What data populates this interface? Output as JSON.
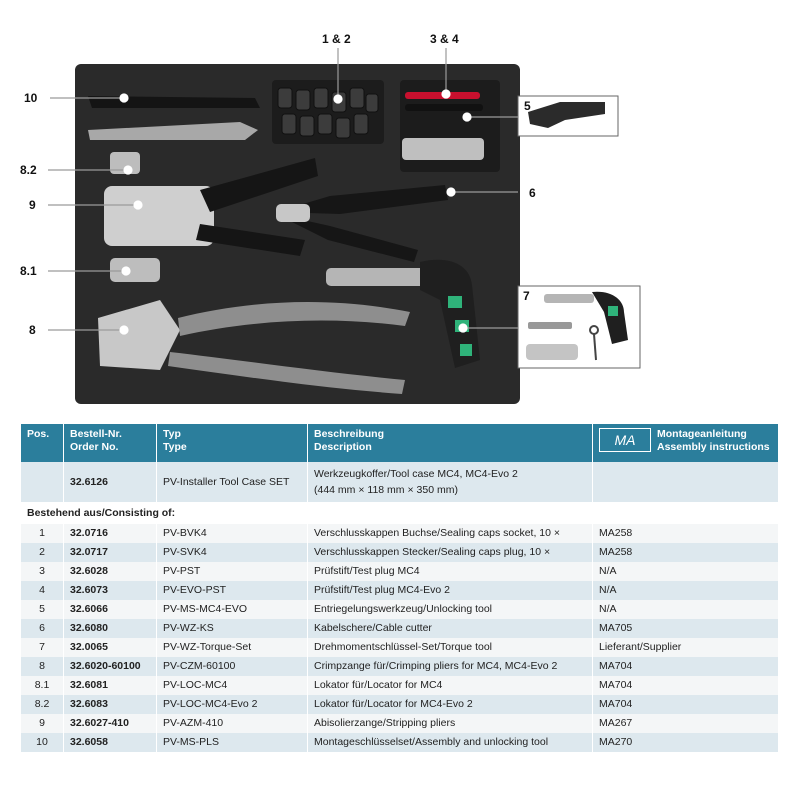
{
  "figure": {
    "callouts": {
      "c10": "10",
      "c1_2": "1 & 2",
      "c3_4": "3 & 4",
      "c5": "5",
      "c8_2": "8.2",
      "c9": "9",
      "c6": "6",
      "c8_1": "8.1",
      "c7": "7",
      "c8": "8"
    }
  },
  "table": {
    "headers": {
      "pos": "Pos.",
      "order_de": "Bestell-Nr.",
      "order_en": "Order No.",
      "type_de": "Typ",
      "type_en": "Type",
      "desc_de": "Beschreibung",
      "desc_en": "Description",
      "ma_icon": "MA",
      "manual_de": "Montageanleitung",
      "manual_en": "Assembly instructions"
    },
    "case_row": {
      "pos": "",
      "order": "32.6126",
      "type": "PV-Installer Tool Case SET",
      "desc_line1": "Werkzeugkoffer/Tool case MC4, MC4-Evo 2",
      "desc_line2": "(444 mm × 118 mm × 350 mm)",
      "manual": ""
    },
    "section_label": "Bestehend aus/Consisting of:",
    "rows": [
      {
        "pos": "1",
        "order": "32.0716",
        "type": "PV-BVK4",
        "desc": "Verschlusskappen Buchse/Sealing caps socket, 10 ×",
        "manual": "MA258"
      },
      {
        "pos": "2",
        "order": "32.0717",
        "type": "PV-SVK4",
        "desc": "Verschlusskappen Stecker/Sealing caps plug, 10 ×",
        "manual": "MA258"
      },
      {
        "pos": "3",
        "order": "32.6028",
        "type": "PV-PST",
        "desc": "Prüfstift/Test plug MC4",
        "manual": "N/A"
      },
      {
        "pos": "4",
        "order": "32.6073",
        "type": "PV-EVO-PST",
        "desc": "Prüfstift/Test plug MC4-Evo 2",
        "manual": "N/A"
      },
      {
        "pos": "5",
        "order": "32.6066",
        "type": "PV-MS-MC4-EVO",
        "desc": "Entriegelungswerkzeug/Unlocking tool",
        "manual": "N/A"
      },
      {
        "pos": "6",
        "order": "32.6080",
        "type": "PV-WZ-KS",
        "desc": "Kabelschere/Cable cutter",
        "manual": "MA705"
      },
      {
        "pos": "7",
        "order": "32.0065",
        "type": "PV-WZ-Torque-Set",
        "desc": "Drehmomentschlüssel-Set/Torque tool",
        "manual": "Lieferant/Supplier"
      },
      {
        "pos": "8",
        "order": "32.6020-60100",
        "type": "PV-CZM-60100",
        "desc": "Crimpzange für/Crimping pliers for MC4, MC4-Evo 2",
        "manual": "MA704"
      },
      {
        "pos": "8.1",
        "order": "32.6081",
        "type": "PV-LOC-MC4",
        "desc": "Lokator für/Locator for MC4",
        "manual": "MA704"
      },
      {
        "pos": "8.2",
        "order": "32.6083",
        "type": "PV-LOC-MC4-Evo 2",
        "desc": "Lokator für/Locator for MC4-Evo 2",
        "manual": "MA704"
      },
      {
        "pos": "9",
        "order": "32.6027-410",
        "type": "PV-AZM-410",
        "desc": "Abisolierzange/Stripping pliers",
        "manual": "MA267"
      },
      {
        "pos": "10",
        "order": "32.6058",
        "type": "PV-MS-PLS",
        "desc": "Montageschlüsselset/Assembly and unlocking tool",
        "manual": "MA270"
      }
    ]
  },
  "colors": {
    "header_bg": "#2b7e9c",
    "row_alt": "#dde8ee",
    "row_plain": "#f4f6f7",
    "foam": "#2a2a2a",
    "tool_grey": "#9a9a9a",
    "accent_green": "#2fb37a"
  }
}
